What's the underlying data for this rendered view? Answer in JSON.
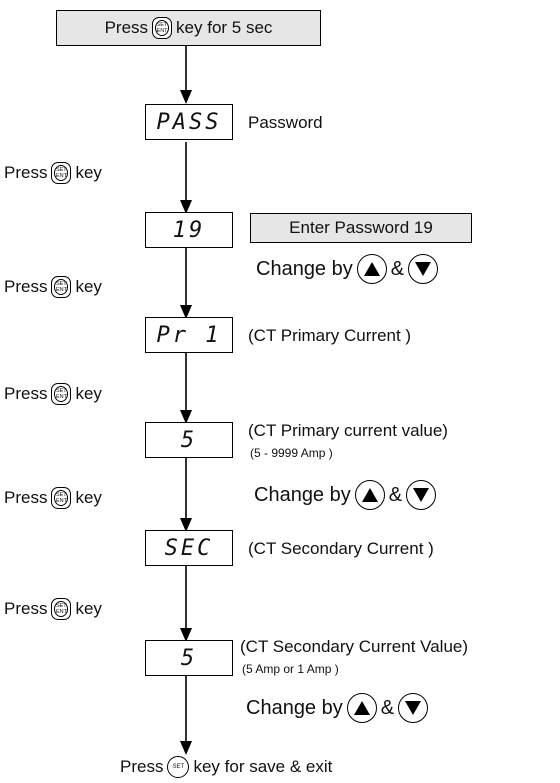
{
  "header": {
    "before": "Press",
    "key": "SET ENT",
    "after": "key for 5 sec"
  },
  "displays": [
    "PASS",
    "19",
    "Pr 1",
    "5",
    "SEC",
    "5"
  ],
  "labels": {
    "password": "Password",
    "enter_password": "Enter Password 19",
    "ct_primary": "(CT Primary Current )",
    "ct_primary_value": "(CT Primary current value)",
    "ct_primary_range": "(5 - 9999 Amp )",
    "ct_secondary": "(CT Secondary Current )",
    "ct_secondary_value": "(CT Secondary Current Value)",
    "ct_secondary_range": "(5 Amp or 1 Amp )"
  },
  "press_key": {
    "press": "Press",
    "key": "key"
  },
  "change_by": {
    "text": "Change by",
    "amp": "&",
    "up_icon": "up-triangle",
    "down_icon": "down-triangle"
  },
  "footer": {
    "before": "Press",
    "key": "SET",
    "after": "key for save & exit"
  }
}
